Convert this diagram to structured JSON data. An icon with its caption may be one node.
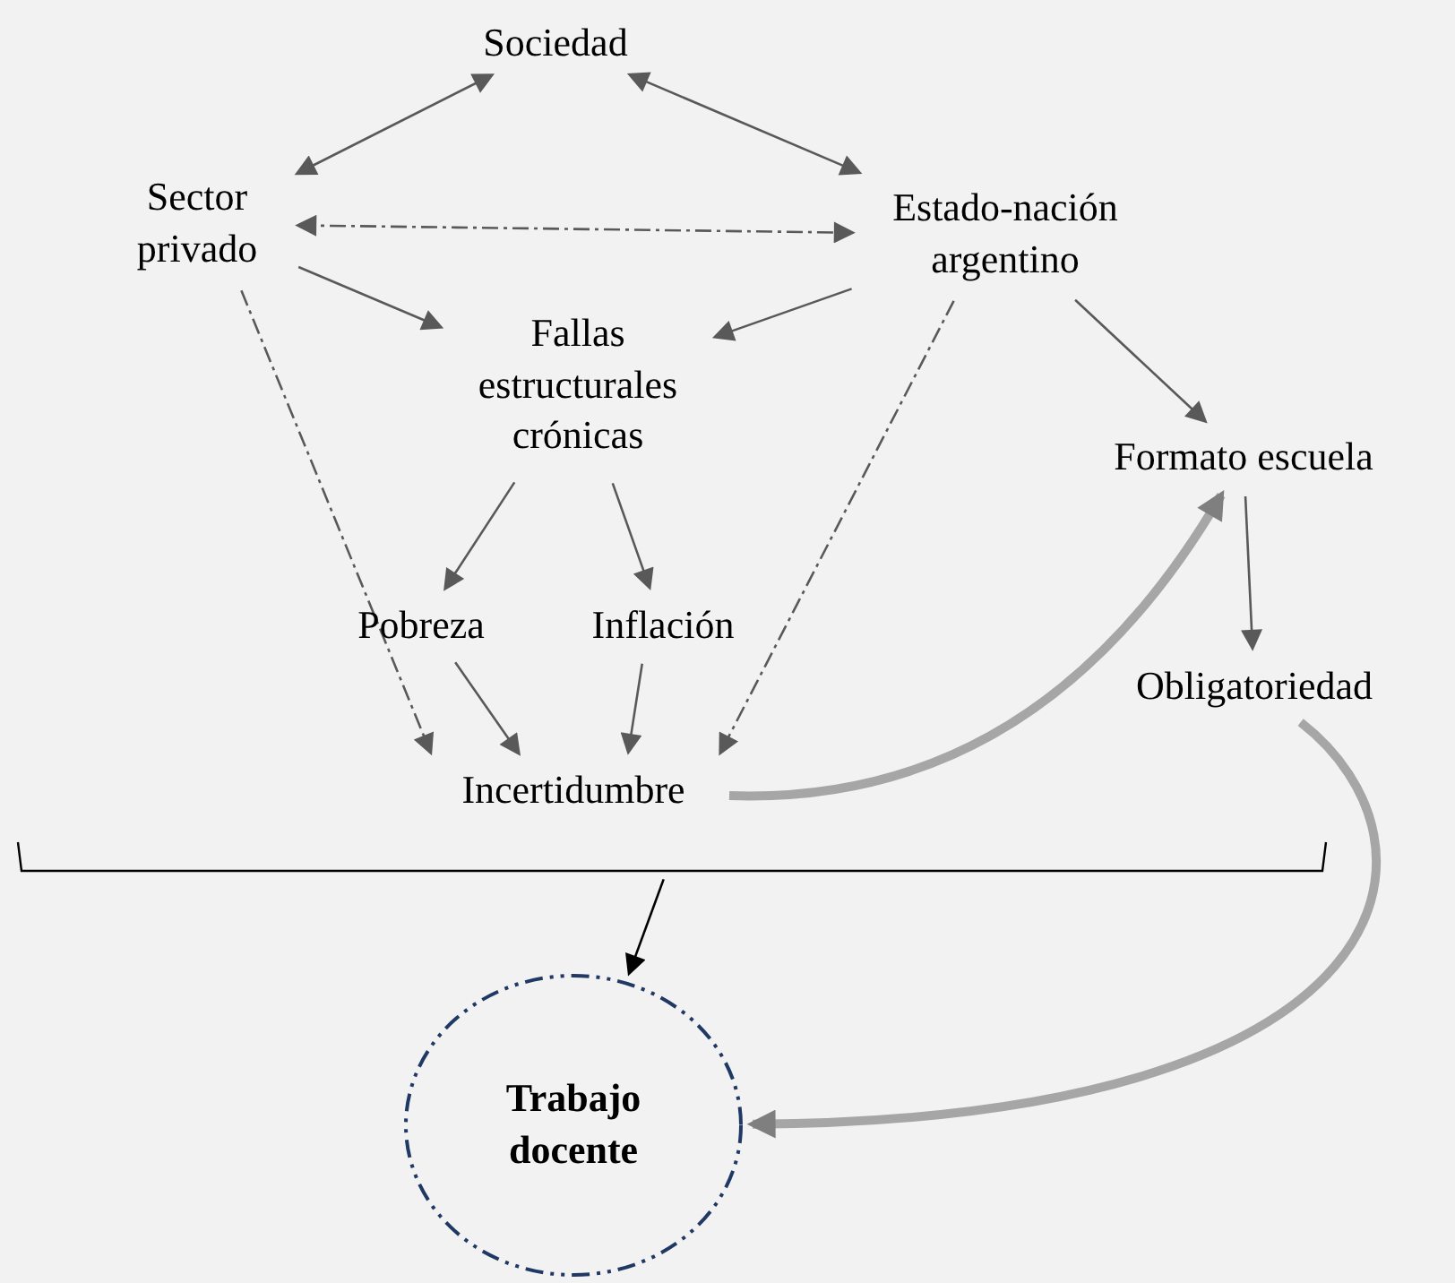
{
  "diagram": {
    "nodes": [
      {
        "text": [
          "Sociedad"
        ]
      },
      {
        "text": [
          "Sector privado"
        ]
      },
      {
        "text": [
          "Estado-nación argentino"
        ]
      },
      {
        "text": [
          "Fallas estructurales crónicas"
        ]
      },
      {
        "text": [
          "Formato escuela"
        ]
      },
      {
        "text": [
          "Pobreza"
        ]
      },
      {
        "text": [
          "Inflación"
        ]
      },
      {
        "text": [
          "Obligatoriedad"
        ]
      },
      {
        "text": [
          "Incertidumbre"
        ]
      },
      {
        "text": [],
        "shape": "bracket"
      },
      {
        "text": [
          "Trabajo docente"
        ]
      }
    ],
    "edges": [
      {
        "from": 0,
        "to": 1,
        "arrow": "both"
      },
      {
        "from": 0,
        "to": 2,
        "arrow": "both"
      },
      {
        "from": 1,
        "to": 2,
        "arrow": "both",
        "style": "dashed"
      },
      {
        "from": 1,
        "to": 3,
        "arrow": "to"
      },
      {
        "from": 2,
        "to": 3,
        "arrow": "to"
      },
      {
        "from": 2,
        "to": 4,
        "arrow": "to"
      },
      {
        "from": 3,
        "to": 5,
        "arrow": "to"
      },
      {
        "from": 3,
        "to": 6,
        "arrow": "to"
      },
      {
        "from": 5,
        "to": 8,
        "arrow": "to"
      },
      {
        "from": 6,
        "to": 8,
        "arrow": "to"
      },
      {
        "from": 1,
        "to": 8,
        "arrow": "to",
        "style": "dashed"
      },
      {
        "from": 2,
        "to": 8,
        "arrow": "to",
        "style": "dashed"
      },
      {
        "from": 4,
        "to": 7,
        "arrow": "to"
      },
      {
        "from": 8,
        "to": 4,
        "arrow": "to",
        "style": "thick",
        "color": "#a6a6a6"
      },
      {
        "from": 7,
        "to": 10,
        "arrow": "to",
        "style": "thick",
        "color": "#a6a6a6"
      },
      {
        "from": 9,
        "to": 10,
        "arrow": "to",
        "color": "#000000"
      }
    ]
  }
}
